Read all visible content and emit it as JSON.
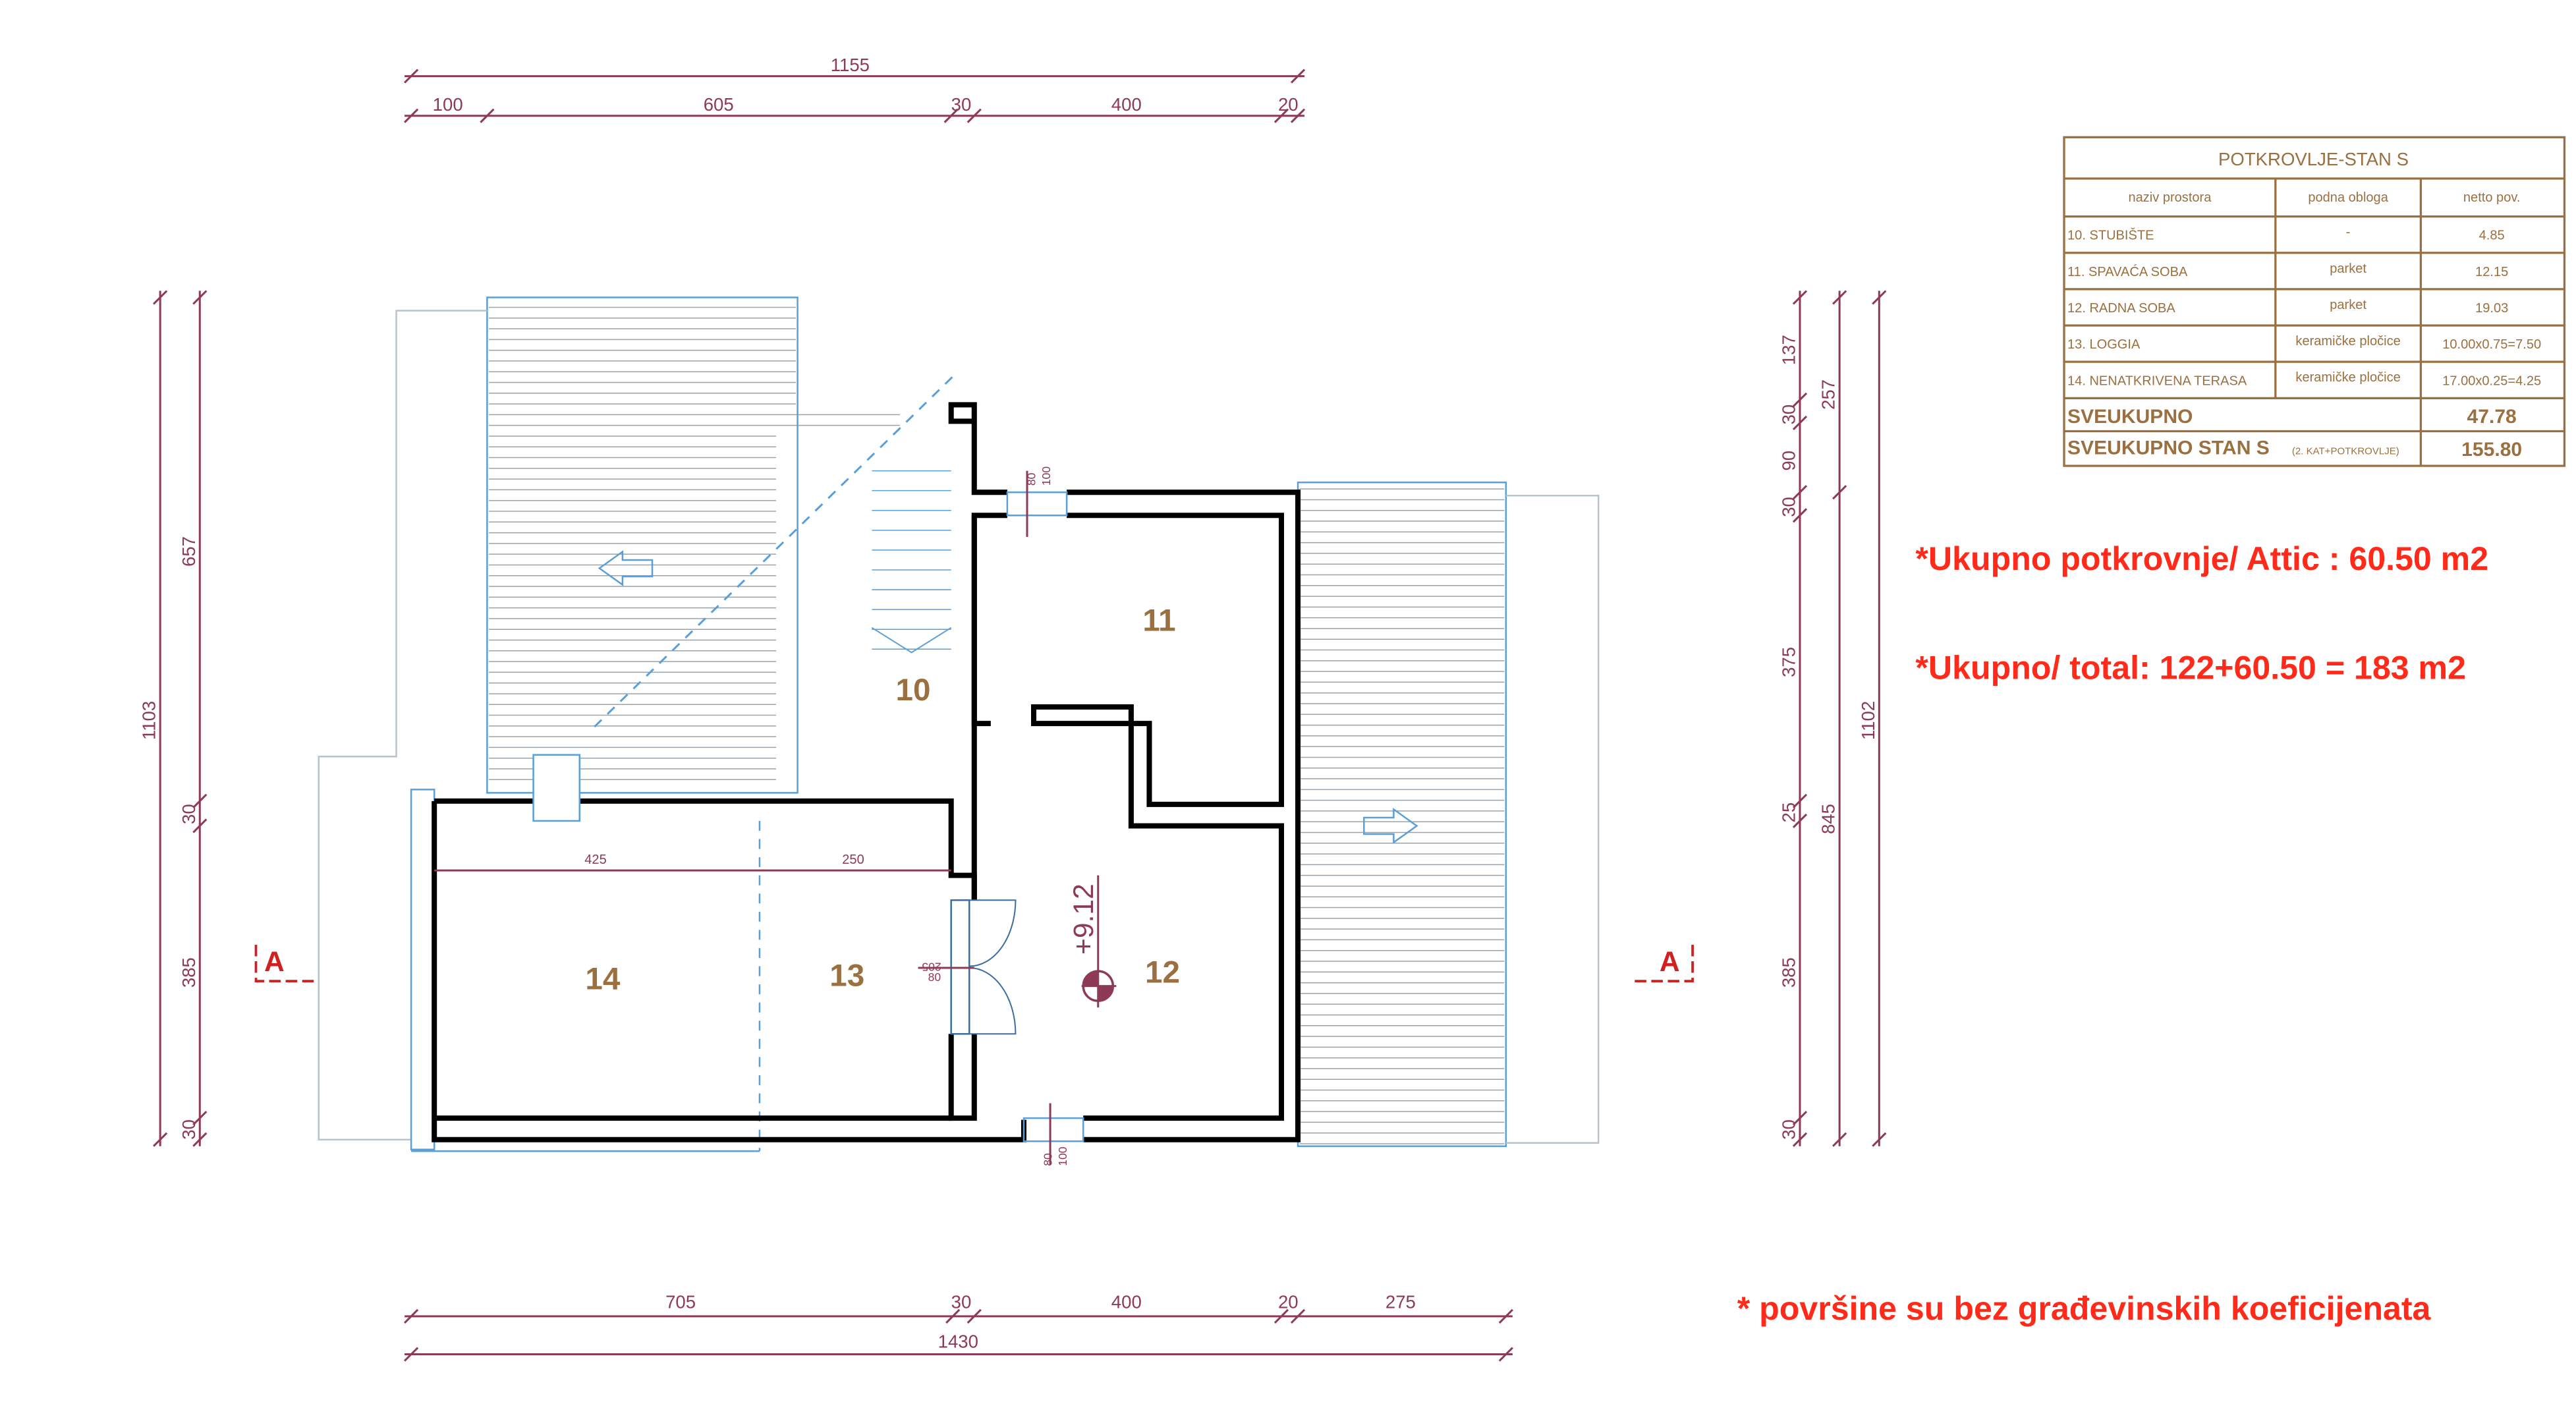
{
  "dimensions": {
    "top_total": "1155",
    "top": [
      "100",
      "605",
      "30",
      "400",
      "20"
    ],
    "left_total": "1103",
    "left": [
      "657",
      "30",
      "385",
      "30"
    ],
    "right_total": "1102",
    "right_mid": [
      "257",
      "845"
    ],
    "right": [
      "137",
      "30",
      "90",
      "30",
      "375",
      "25",
      "385",
      "30"
    ],
    "bottom": [
      "705",
      "30",
      "400",
      "20",
      "275"
    ],
    "bottom_total": "1430",
    "inner": [
      "425",
      "250"
    ],
    "window_top": [
      "80",
      "100"
    ],
    "window_bottom": [
      "80",
      "100"
    ],
    "door": [
      "205",
      "80"
    ]
  },
  "elevation": "+9.12",
  "rooms": [
    "10",
    "11",
    "12",
    "13",
    "14"
  ],
  "section_label": "A",
  "table": {
    "title": "POTKROVLJE-STAN S",
    "headers": [
      "naziv prostora",
      "podna obloga",
      "netto pov."
    ],
    "rows": [
      [
        "10. STUBIŠTE",
        "-",
        "4.85"
      ],
      [
        "11. SPAVAĆA SOBA",
        "parket",
        "12.15"
      ],
      [
        "12. RADNA SOBA",
        "parket",
        "19.03"
      ],
      [
        "13. LOGGIA",
        "keramičke pločice",
        "10.00x0.75=7.50"
      ],
      [
        "14. NENATKRIVENA TERASA",
        "keramičke pločice",
        "17.00x0.25=4.25"
      ]
    ],
    "total_label": "SVEUKUPNO",
    "total_value": "47.78",
    "grand_label": "SVEUKUPNO STAN S",
    "grand_note": "(2. KAT+POTKROVLJE)",
    "grand_value": "155.80"
  },
  "notes": {
    "attic": "*Ukupno potkrovnje/ Attic :  60.50 m2",
    "total": "*Ukupno/ total: 122+60.50 = 183 m2",
    "footnote": "* površine su bez građevinskih koeficijenata"
  }
}
